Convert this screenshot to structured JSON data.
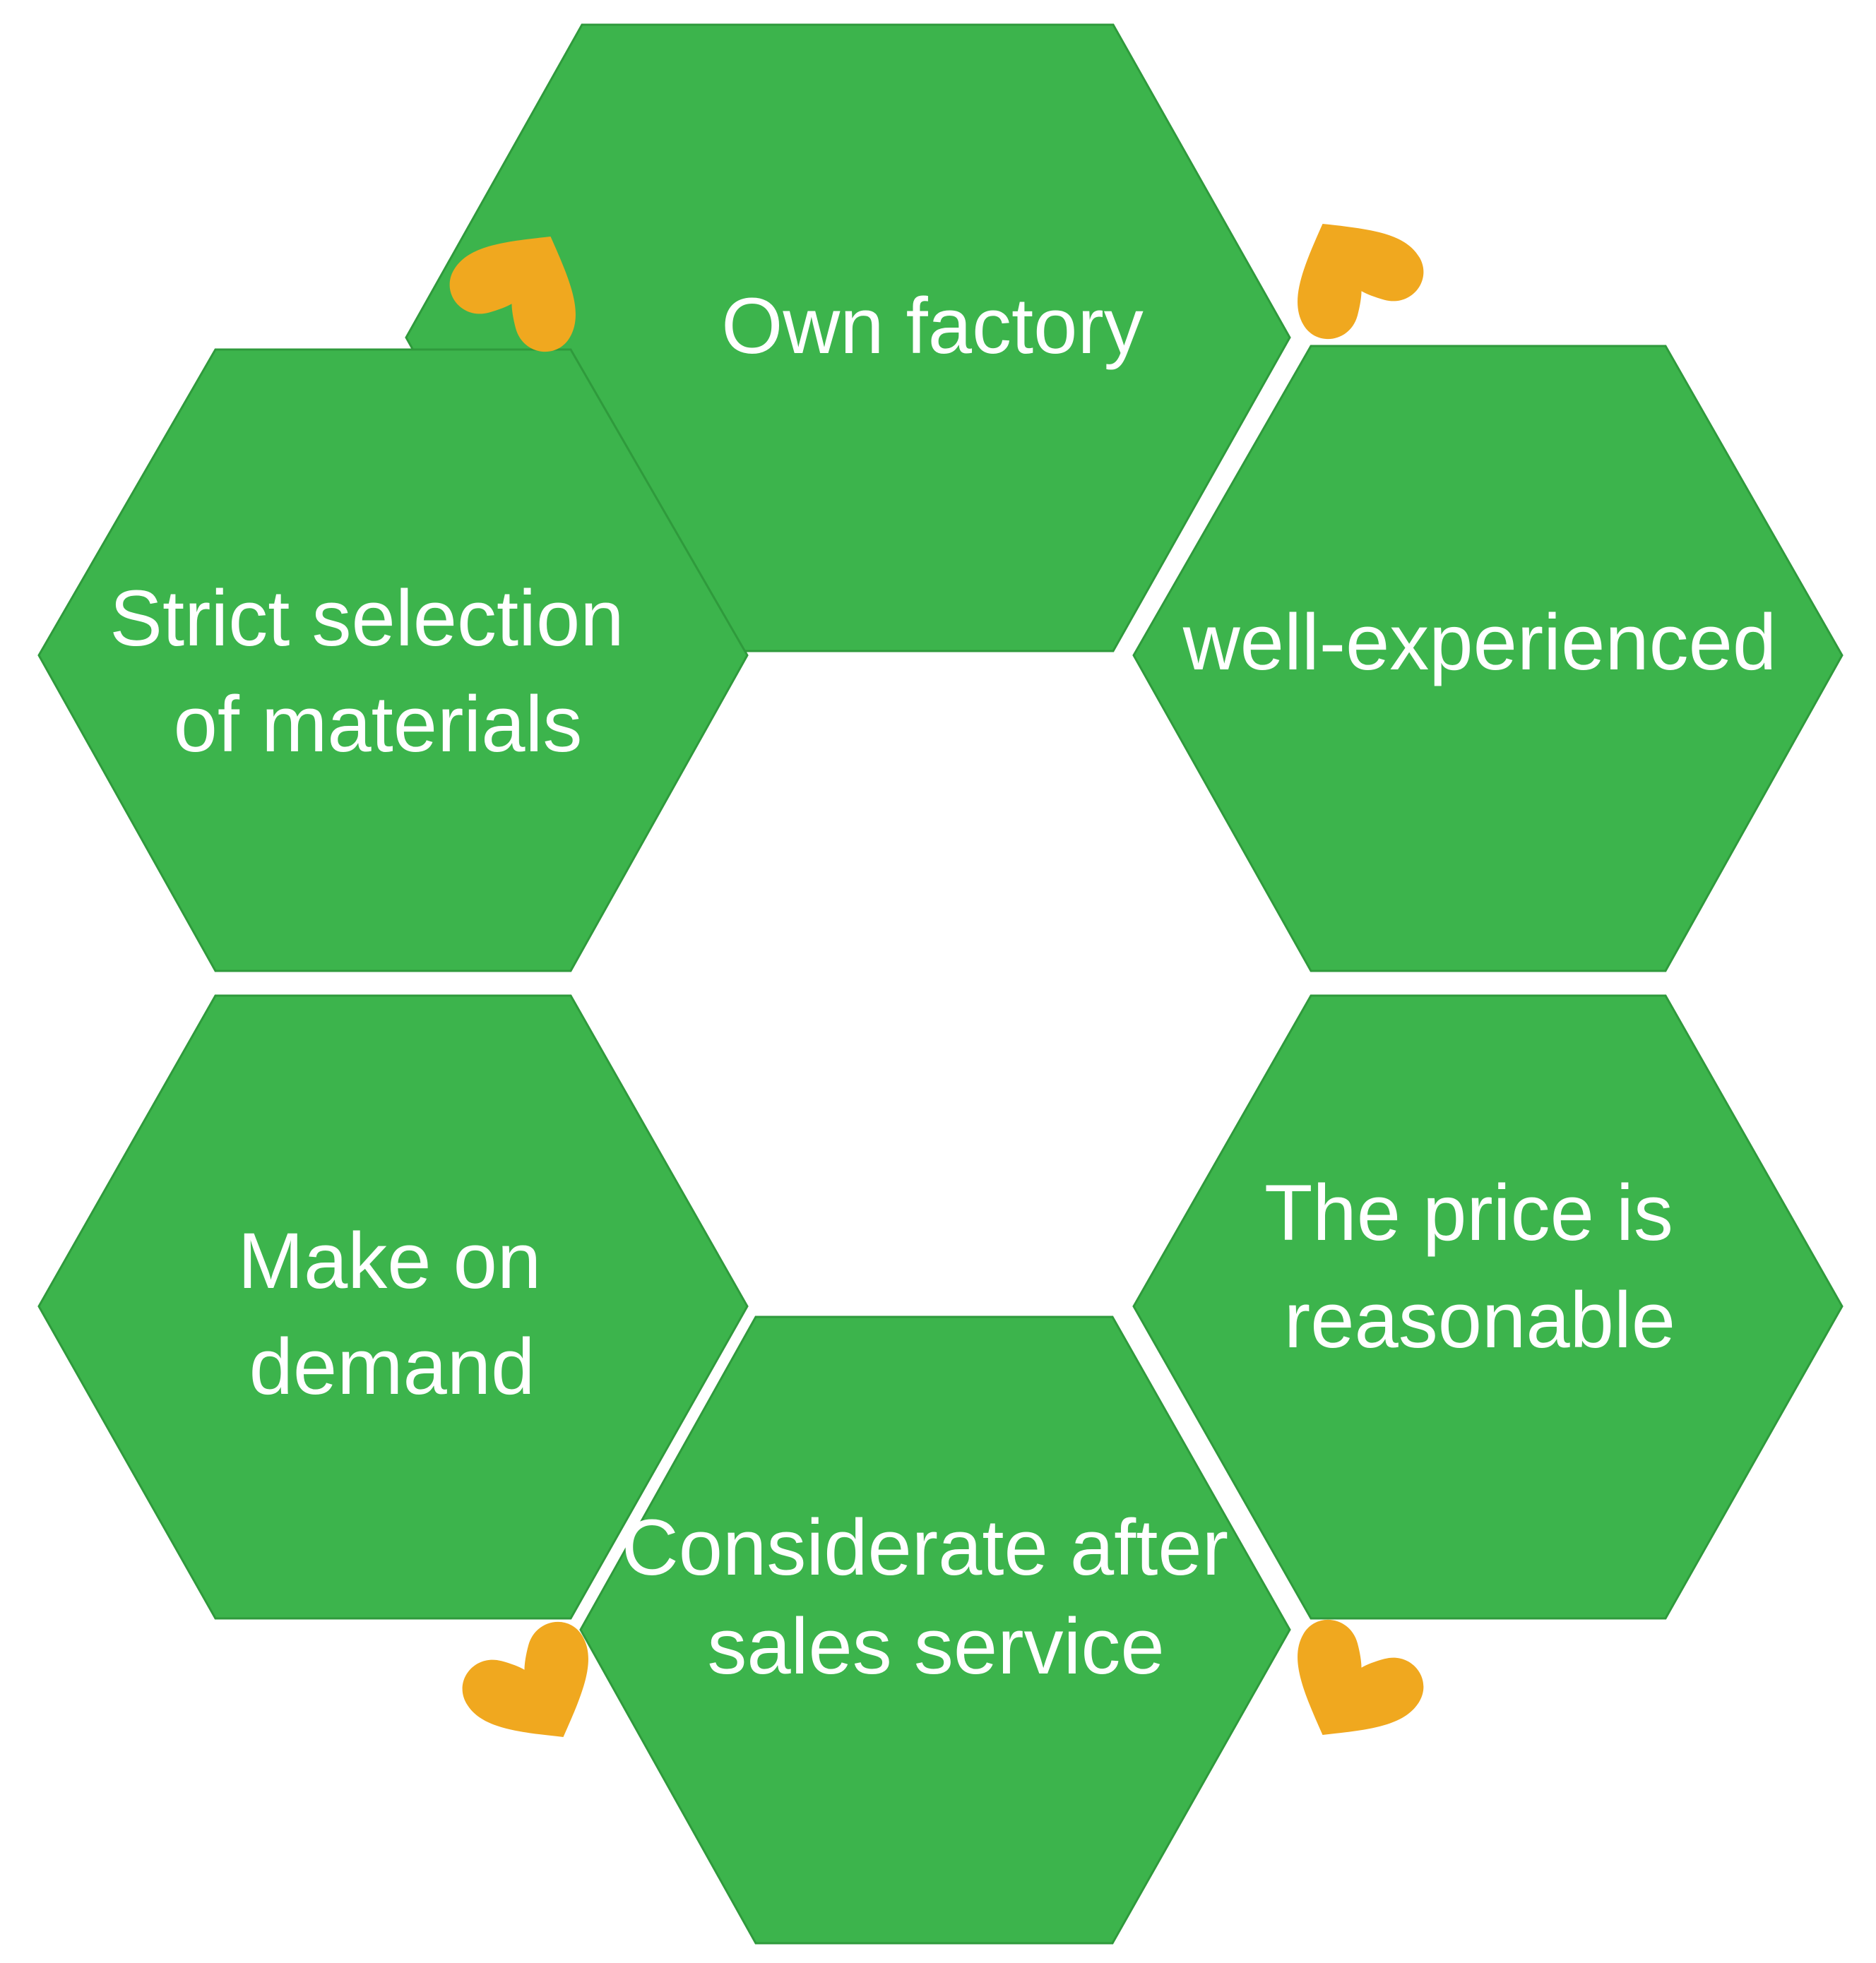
{
  "colors": {
    "hexagon_fill": "#3cb44c",
    "text": "#ffffff",
    "heart": "#f0a81f"
  },
  "hexagons": [
    {
      "lines": [
        "Own factory"
      ]
    },
    {
      "lines": [
        "well-experienced"
      ]
    },
    {
      "lines": [
        "The price is",
        "reasonable"
      ]
    },
    {
      "lines": [
        "Considerate after",
        "sales service"
      ]
    },
    {
      "lines": [
        "Make on",
        "demand"
      ]
    },
    {
      "lines": [
        "Strict selection",
        "of materials"
      ]
    }
  ],
  "decorations": [
    {
      "icon": "heart-icon"
    },
    {
      "icon": "heart-icon"
    },
    {
      "icon": "heart-icon"
    },
    {
      "icon": "heart-icon"
    }
  ]
}
